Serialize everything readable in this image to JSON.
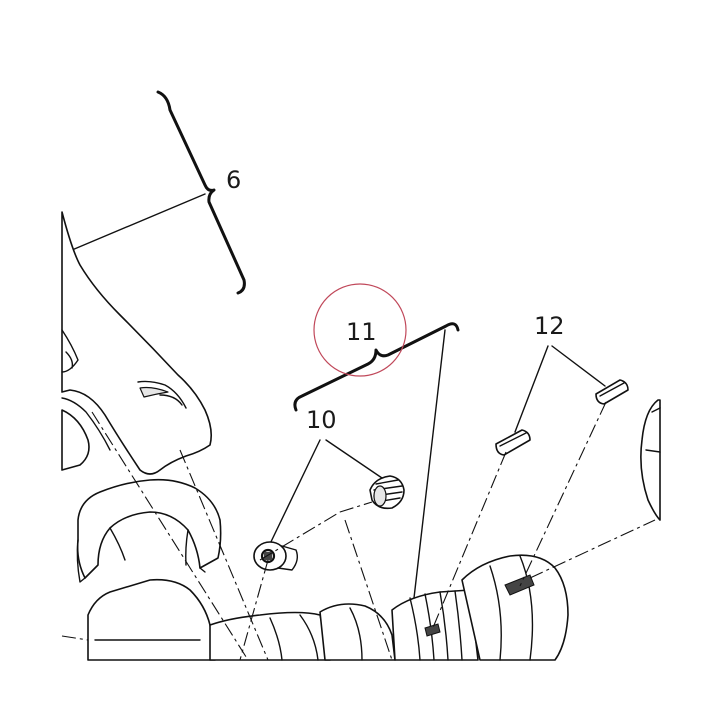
{
  "callouts": {
    "rod_assembly": "6",
    "bearing_shells": "10",
    "crankshaft_assembly": "11",
    "keys": "12"
  },
  "highlight": {
    "callout": "11",
    "ring_color": "#c0485a"
  },
  "colors": {
    "line": "#111111",
    "fill": "#ffffff",
    "shade": "#e6e6e6"
  }
}
